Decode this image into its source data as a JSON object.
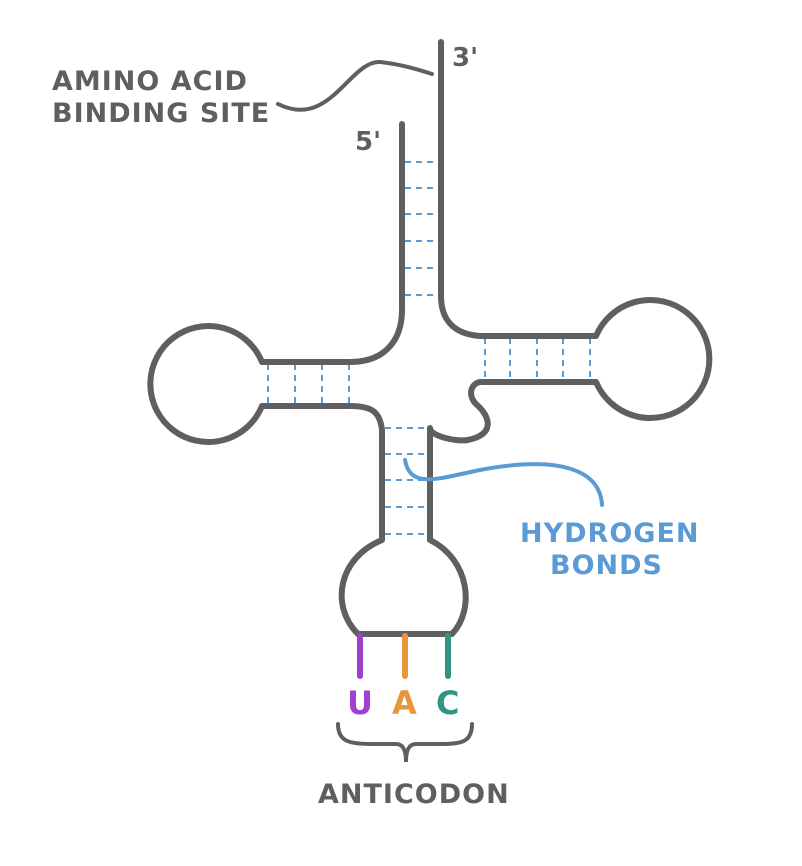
{
  "labels": {
    "amino_line1": "AMINO ACID",
    "amino_line2": "BINDING SITE",
    "three_prime": "3'",
    "five_prime": "5'",
    "hydrogen_line1": "HYDROGEN",
    "hydrogen_line2": "BONDS",
    "anticodon": "ANTICODON"
  },
  "bases": [
    {
      "letter": "U",
      "color": "#a040d0"
    },
    {
      "letter": "A",
      "color": "#e8963c"
    },
    {
      "letter": "C",
      "color": "#2e9683"
    }
  ],
  "colors": {
    "strand": "#5f5f5f",
    "bonds": "#5b9bd5"
  }
}
